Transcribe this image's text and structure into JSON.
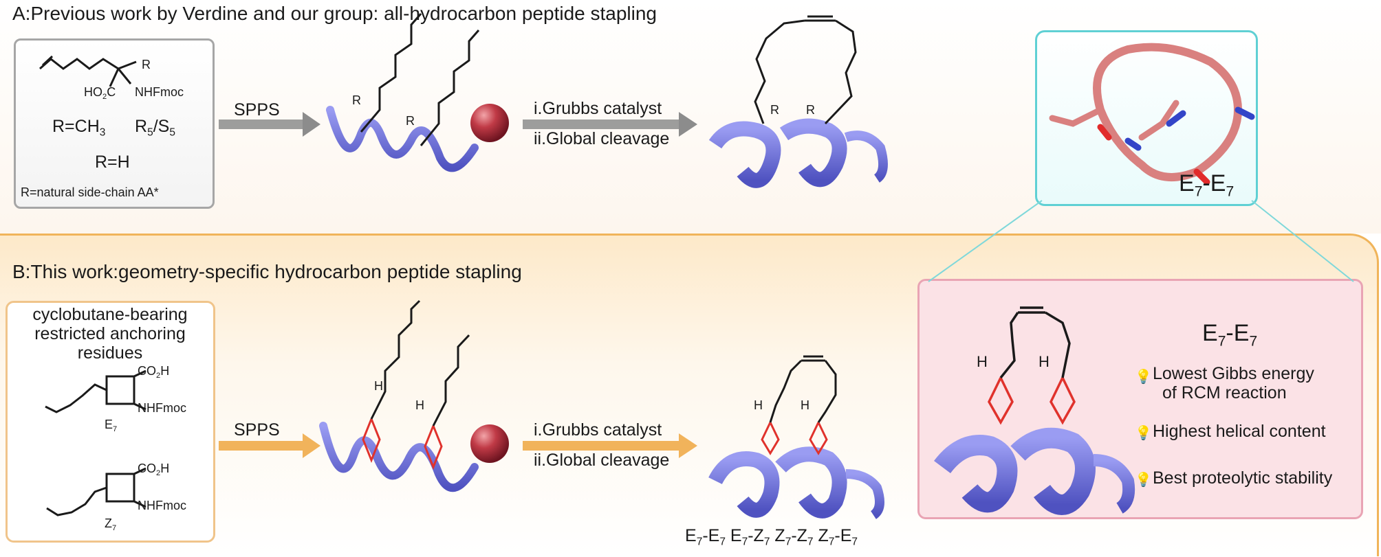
{
  "section_a": {
    "title": "A:Previous work by Verdine and our group: all-hydrocarbon peptide stapling",
    "r_label": "R",
    "reagent_left": "HO",
    "reagent_left_sub": "2",
    "reagent_left_end": "C",
    "reagent_right": "NHFmoc",
    "r_ch3_prefix": "R=CH",
    "r_ch3_sub": "3",
    "r5": "R",
    "r5_sub": "5",
    "slash": "/S",
    "s5_sub": "5",
    "r_h": "R=H",
    "r_natural": "R=natural side-chain AA*",
    "spps": "SPPS",
    "step1": "i.Grubbs catalyst",
    "step2": "ii.Global cleavage"
  },
  "structure_label": {
    "e": "E",
    "sub7": "7",
    "dash": "-",
    "e2": "E"
  },
  "section_b": {
    "title": "B:This work:geometry-specific hydrocarbon peptide stapling",
    "box_line1": "cyclobutane-bearing",
    "box_line2": "restricted anchoring",
    "box_line3": "residues",
    "co2h": "CO",
    "co2h_sub": "2",
    "co2h_end": "H",
    "nhfmoc": "NHFmoc",
    "e7": "E",
    "z7": "Z",
    "sub7": "7",
    "h_label": "H",
    "spps": "SPPS",
    "step1": "i.Grubbs catalyst",
    "step2": "ii.Global cleavage",
    "products": [
      {
        "a": "E",
        "b": "E"
      },
      {
        "a": "E",
        "b": "Z"
      },
      {
        "a": "Z",
        "b": "Z"
      },
      {
        "a": "Z",
        "b": "E"
      }
    ]
  },
  "highlight": {
    "title_a": "E",
    "title_b": "E",
    "bullet1_line1": "Lowest Gibbs energy",
    "bullet1_line2": "of RCM reaction",
    "bullet2": "Highest helical content",
    "bullet3": "Best proteolytic stability"
  },
  "colors": {
    "helix": "#6f72dd",
    "bead": "#b1343f",
    "staple_red": "#e0322c",
    "arrow_gray": "#8c8c8c",
    "arrow_orange": "#f1b35b",
    "teal_border": "#5fd0d4",
    "pink_fill": "#fbe2e6",
    "stick_pink": "#d9807f"
  }
}
